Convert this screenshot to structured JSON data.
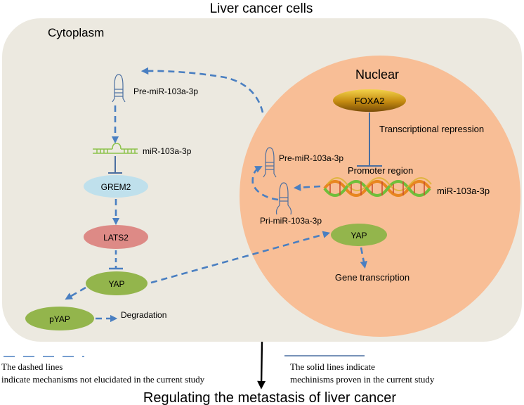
{
  "title": "Liver cancer cells",
  "regions": {
    "cytoplasm": "Cytoplasm",
    "nuclear": "Nuclear"
  },
  "nucleus": {
    "foxa2": "FOXA2",
    "repression": "Transcriptional repression",
    "promoter": "Promoter region",
    "dna_gene": "miR-103a-3p",
    "pre_mir": "Pre-miR-103a-3p",
    "pri_mir": "Pri-miR-103a-3p",
    "yap": "YAP",
    "gene_transcription": "Gene transcription"
  },
  "cytoplasm_path": {
    "pre_mir": "Pre-miR-103a-3p",
    "mature_mir": "miR-103a-3p",
    "grem2": "GREM2",
    "lats2": "LATS2",
    "yap": "YAP",
    "pyap": "pYAP",
    "degradation": "Degradation"
  },
  "legend": {
    "dashed_line1": "The dashed lines",
    "dashed_line2": "indicate mechanisms not elucidated in the current study",
    "solid_line1": "The solid lines indicate",
    "solid_line2": "mechinisms proven in the current study"
  },
  "outcome": "Regulating the metastasis of liver cancer",
  "colors": {
    "cell_fill": "#ece9e0",
    "nucleus_fill": "#f8be96",
    "grem2": "#bfe0ec",
    "lats2": "#dd8a86",
    "yap": "#93b54c",
    "arrow": "#4a7fc1"
  }
}
